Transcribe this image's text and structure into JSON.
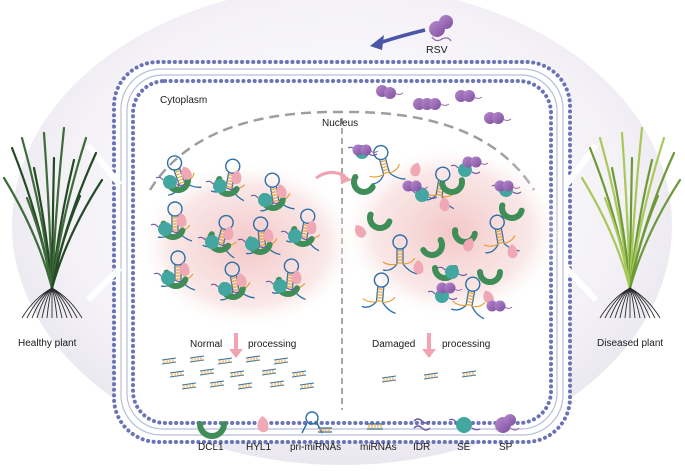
{
  "labels": {
    "virus": "RSV",
    "cytoplasm": "Cytoplasm",
    "nucleus": "Nucleus",
    "healthy": "Healthy plant",
    "diseased": "Diseased plant",
    "normal": "Normal",
    "damaged": "Damaged",
    "processing_left": "processing",
    "processing_right": "processing"
  },
  "legend": [
    {
      "label": "DCL1",
      "icon": "dcl1-icon"
    },
    {
      "label": "HYL1",
      "icon": "hyl1-icon"
    },
    {
      "label": "pri-miRNAs",
      "icon": "pri-mirna-icon"
    },
    {
      "label": "miRNAs",
      "icon": "mirna-icon"
    },
    {
      "label": "IDR",
      "icon": "idr-icon"
    },
    {
      "label": "SE",
      "icon": "se-icon"
    },
    {
      "label": "SP",
      "icon": "sp-icon"
    }
  ],
  "colors": {
    "membrane": "#6a73b6",
    "dcl1": "#3f8d57",
    "hyl1": "#f0a9b4",
    "se": "#43a6a0",
    "sp": "#9a6ab3",
    "rna": "#2d6fa8",
    "helix": "#e59a2b",
    "arrow": "#4a56a6"
  }
}
